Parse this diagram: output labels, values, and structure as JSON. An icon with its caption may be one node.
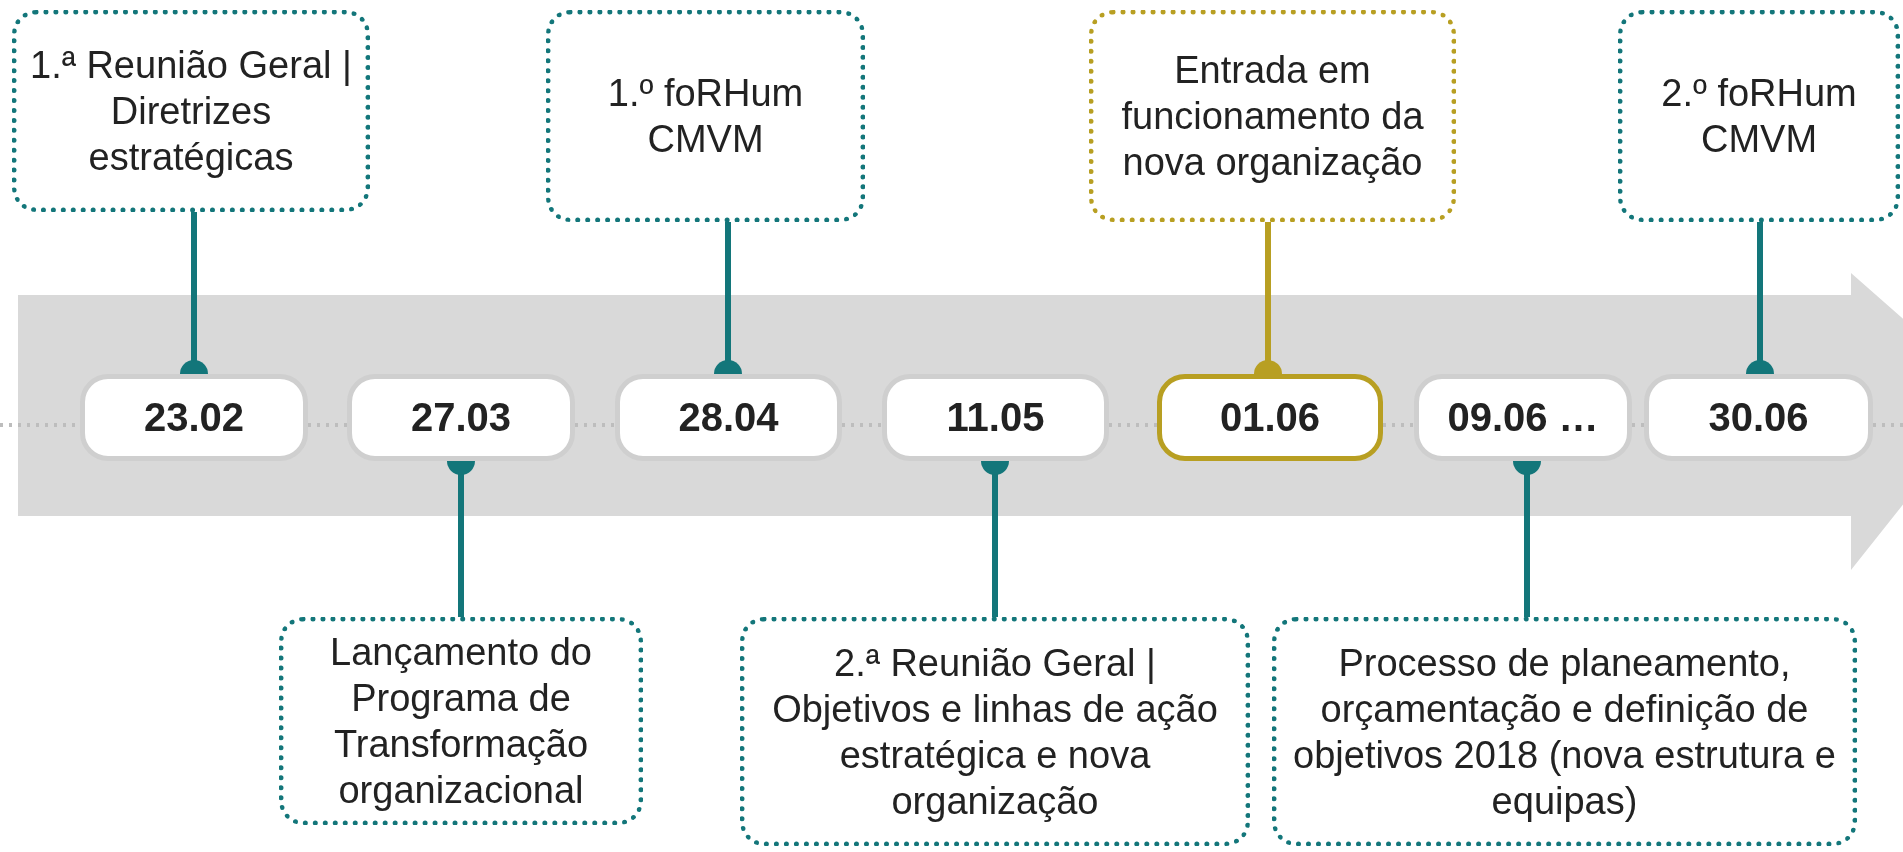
{
  "diagram": {
    "nodes": [
      {
        "text": [
          "1.ª Reunião Geral | Diretrizes estratégicas"
        ]
      },
      {
        "text": [
          "1.º foRHum CMVM"
        ]
      },
      {
        "text": [
          "Entrada em funcionamento da nova organização"
        ]
      },
      {
        "text": [
          "2.º foRHum CMVM"
        ]
      },
      {
        "text": [
          "23.02"
        ]
      },
      {
        "text": [
          "27.03"
        ]
      },
      {
        "text": [
          "28.04"
        ]
      },
      {
        "text": [
          "11.05"
        ]
      },
      {
        "text": [
          "01.06"
        ]
      },
      {
        "text": [
          "09.06 …"
        ]
      },
      {
        "text": [
          "30.06"
        ]
      },
      {
        "text": [
          "Lançamento do Programa de Transformação organizacional"
        ]
      },
      {
        "text": [
          "2.ª Reunião Geral | Objetivos e linhas de ação estratégica e nova organização"
        ]
      },
      {
        "text": [
          "Processo de planeamento, orçamentação e definição de objetivos 2018 (nova estrutura e equipas)"
        ]
      }
    ],
    "edges": [
      {
        "from": 0,
        "to": 4,
        "arrow": "other"
      },
      {
        "from": 11,
        "to": 5,
        "arrow": "other"
      },
      {
        "from": 1,
        "to": 6,
        "arrow": "other"
      },
      {
        "from": 12,
        "to": 7,
        "arrow": "other"
      },
      {
        "from": 2,
        "to": 8,
        "arrow": "other",
        "color": "#b89f22"
      },
      {
        "from": 13,
        "to": 9,
        "arrow": "other"
      },
      {
        "from": 3,
        "to": 10,
        "arrow": "other"
      },
      {
        "from": 4,
        "to": 5,
        "arrow": "none",
        "style": "dashed",
        "color": "#bdbdbd"
      },
      {
        "from": 5,
        "to": 6,
        "arrow": "none",
        "style": "dashed",
        "color": "#bdbdbd"
      },
      {
        "from": 6,
        "to": 7,
        "arrow": "none",
        "style": "dashed",
        "color": "#bdbdbd"
      },
      {
        "from": 7,
        "to": 8,
        "arrow": "none",
        "style": "dashed",
        "color": "#bdbdbd"
      },
      {
        "from": 8,
        "to": 9,
        "arrow": "none",
        "style": "dashed",
        "color": "#bdbdbd"
      },
      {
        "from": 9,
        "to": 10,
        "arrow": "none",
        "style": "dashed",
        "color": "#bdbdbd"
      }
    ]
  }
}
